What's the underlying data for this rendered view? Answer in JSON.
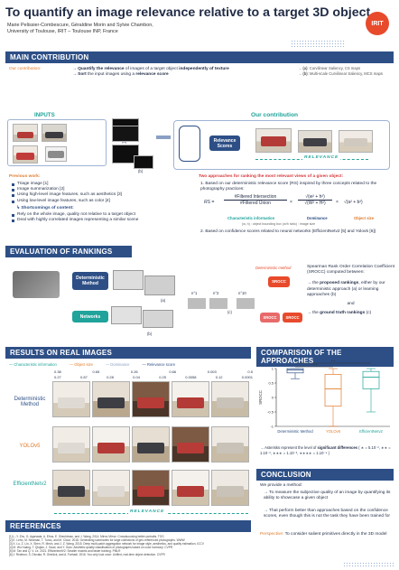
{
  "header": {
    "title": "To quantify an image relevance relative to a target 3D object",
    "authors": "Marie Pelissier-Combescure, Géraldine Morin and Sylvie Chambon,",
    "affiliation": "University of Toulouse, IRIT – Toulouse INP, France",
    "logo_text": "IRIT"
  },
  "main_contribution": {
    "heading": "MAIN CONTRIBUTION",
    "label": "Our contribution:",
    "line1_pre": "Quantify the relevance",
    "line1_mid": " of images of a target object ",
    "line1_post": "independently of texture",
    "line2_pre": "Sort",
    "line2_mid": " the input images using a ",
    "line2_post": "relevance score",
    "side_a_key": "(a)",
    "side_a": ": Curvilinear Saliency, CS maps",
    "side_b_key": "(b)",
    "side_b": ": Multi-scale Curvilinear Saliency, MCS maps",
    "inputs_label": "INPUTS",
    "our_contrib_label": "Our contribution",
    "relevance_scores_btn": "Relevance Scores",
    "relevance_arrow": "RELEVANCE",
    "label_a": "(a)",
    "label_b": "(b)"
  },
  "previous_work": {
    "title": "Previous work:",
    "items": [
      "Triage image [1]",
      "Image summarization [2]",
      "Using high-level image features, such as aesthetics [3]",
      "Using low-level image features, such as color [4]"
    ],
    "short_title": "Shortcomings of content:",
    "short_items": [
      "Rely on the whole image, quality not relative to a target object",
      "Deal with highly correlated images representing a similar scene"
    ]
  },
  "approaches": {
    "title": "Two approaches for ranking the most relevant views of a given object:",
    "item1": "Based on our deterministic relevance score (RS) inspired by three concepts related to the photography practices:",
    "formula_lhs": "RS =",
    "frac1_num": "#Filtered Intersection",
    "frac1_den": "#Filtered Union",
    "frac2_num": "√(w² + h²)",
    "frac2_den": "√(W² + H²)",
    "mult": "×",
    "tail": "√(a² + b²)",
    "lbl_char": "Characteristic information",
    "lbl_dom": "Dominance",
    "lbl_size": "Object size",
    "footnote": "(w, h) : object bounding box (w/h ratio) : image size",
    "item2": "Based on confidence scores related to neural networks (EfficientNetv2 [5] and Yolov5 [6])"
  },
  "evaluation": {
    "heading": "EVALUATION OF RANKINGS",
    "det_method_tag": "Deterministic method",
    "det_btn": "Deterministic Method",
    "net_btn": "Networks",
    "n1": "n°1",
    "n2": "n°2",
    "n10": "n°10",
    "sroc": "SROCC",
    "srocc_a": "SROCC",
    "srocc_b": "SROCC",
    "text_intro": "Spearman Rank Order Correlation Coefficient (SROCC) computed between:",
    "text_b1_pre": "the ",
    "text_b1_bold": "proposed rankings",
    "text_b1_post": ", either by our deterministic approach (a) or learning approaches (b)",
    "text_and": "and",
    "text_b2_pre": "the ",
    "text_b2_bold": "ground truth rankings",
    "text_b2_post": " (c)",
    "lbl_a": "(a)",
    "lbl_b": "(b)",
    "lbl_c": "(c)"
  },
  "results": {
    "heading": "RESULTS ON REAL IMAGES",
    "legend": [
      {
        "label": "Characteristic information",
        "color": "#1fa39a"
      },
      {
        "label": "Object size",
        "color": "#e07b2c"
      },
      {
        "label": "Dominance",
        "color": "#8aa0c4"
      },
      {
        "label": "Relevance score",
        "color": "#2d4f86"
      }
    ],
    "score_rows": [
      [
        "0.38",
        "0.65",
        "0.26",
        "0.66",
        "0.003",
        "0.5"
      ],
      [
        "0.27",
        "0.87",
        "0.28",
        "0.04",
        "0.25",
        "0.0058",
        "0.12",
        "0.0001"
      ]
    ],
    "row_labels": [
      "Deterministic Method",
      "YOLOv5",
      "EfficientNetv2"
    ],
    "relevance_arrow": "RELEVANCE"
  },
  "comparison": {
    "heading": "COMPARISON OF THE APPROACHES",
    "y_label": "SROCC",
    "stars": [
      "* *",
      "* * *",
      "* * *"
    ],
    "x_labels": [
      "Deterministic Method",
      "YOLOv5",
      "EfficientNetv2"
    ],
    "note_pre": "Asterisks represent the level of ",
    "note_bold": "significant differences",
    "note_post": " ( ∗ = 5.10⁻², ∗∗ = 1.10⁻², ∗∗∗ = 1.10⁻³, ∗∗∗∗ = 1.10⁻⁴ )"
  },
  "chart_data": {
    "type": "box",
    "categories": [
      "Deterministic Method",
      "YOLOv5",
      "EfficientNetv2"
    ],
    "ylabel": "SROCC",
    "ylim": [
      -1,
      1
    ],
    "yticks": [
      "1",
      "0.5",
      "0",
      "-0.5",
      "-1"
    ],
    "boxes": [
      {
        "min": 0.65,
        "q1": 0.85,
        "median": 0.95,
        "q3": 1.0,
        "max": 1.0
      },
      {
        "min": -1.0,
        "q1": -0.3,
        "median": 0.3,
        "q3": 0.8,
        "max": 1.0
      },
      {
        "min": -0.5,
        "q1": 0.3,
        "median": 0.7,
        "q3": 0.9,
        "max": 1.0
      }
    ],
    "colors": [
      "#2d4f86",
      "#e07b2c",
      "#1fa39a"
    ]
  },
  "conclusion": {
    "heading": "CONCLUSION",
    "intro": "We provide a method:",
    "items": [
      "To measure the subjective quality of an image by quantifying its ability to showcase a given object",
      "That perform better than approaches based on the confidence scores, even though this is not the task they have been trained for"
    ],
    "persp_label": "Perspective:",
    "persp_text": " To consider salient primitives directly in the 3D model"
  },
  "references": {
    "heading": "REFERENCES",
    "items": [
      "[1] L.-Y. Zhu, G. Agarwala, A. Efros, E. Shechtman, and J. Wang, 2014. Mirror Mirror: Crowdsourcing better portraits. TOG",
      "[2] E. Lehn, M. Newman, T. Turou, and M. Cloux. 2018. Generating summaries for large collections of geo-referenced photographs. WWW",
      "[3] X. Lu, Z. Lin, X. Shen, R. Mech, and J. Z. Wang. 2015. Deep multi-patch aggregation network for image style, aesthetics, and quality estimation. ICCV",
      "[4] M. Wu Huang, T. Qiujian, J. Saud, and Y. Guto. Aesthetic quality classification of photographs based on color harmony. CVPR",
      "[5] M. Tan and Q. V. Le. 2021. EfficientnetV2: Smaller models and faster training. PMLR",
      "[6] J. Redmon, S. Divvala, R. Girshick, and A. Farhadi. 2016. You only look once: Unified, real-time object detection. CVPR"
    ]
  }
}
